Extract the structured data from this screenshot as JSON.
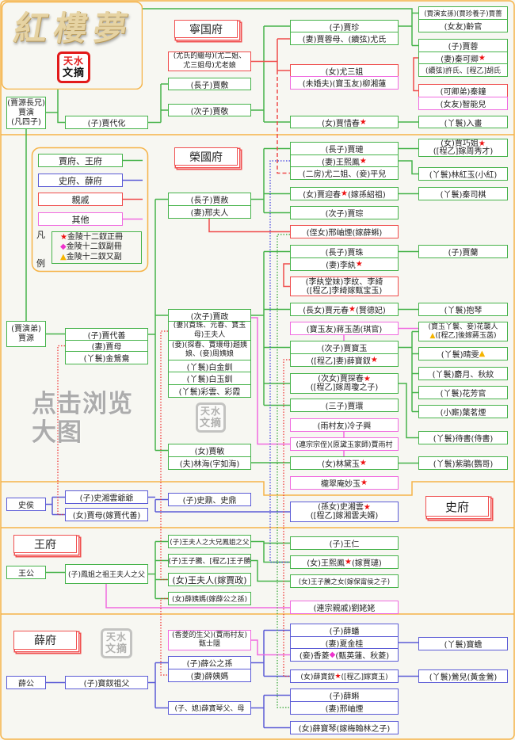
{
  "title": {
    "calligraphy": "紅樓夢",
    "seal_top": "天水",
    "seal_bottom": "文摘"
  },
  "watermark": {
    "text": "点击浏览大图",
    "seal_top": "天水",
    "seal_bottom": "文摘"
  },
  "colors": {
    "jia_wang": "#46b34a",
    "shi_xue": "#5b5bd6",
    "relatives": "#ef4b4b",
    "others": "#f06ae0",
    "frame": "#f6b347",
    "star": "#ee1111",
    "diamond": "#ee33cc",
    "triangle": "#f5b400"
  },
  "legend": {
    "items": [
      {
        "label": "賈府、王府"
      },
      {
        "label": "史府、薛府"
      },
      {
        "label": "親戚"
      },
      {
        "label": "其他"
      }
    ],
    "title_top": "凡",
    "title_bottom": "例",
    "marks": [
      {
        "symbol": "★",
        "label": "金陵十二釵正冊"
      },
      {
        "symbol": "◆",
        "label": "金陵十二釵副冊"
      },
      {
        "symbol": "▲",
        "label": "金陵十二釵又副"
      }
    ]
  },
  "ningguo": {
    "label": "寧国府",
    "jia_yan": [
      "(賈源長兄)",
      "賈演",
      "(凡四子)"
    ],
    "jia_daihua": "(子)賈代化",
    "you_laoniang": "(尤氏的繼母)(尤二姐、尤三姐母)尤老娘",
    "jia_fu": "(長子)賈敷",
    "jia_jing": "(次子)賈敬",
    "jia_zhen": [
      "(子)賈珍",
      "(妻)賈蓉母、(續弦)尤氏"
    ],
    "you_sanjie": [
      "(女)尤三姐",
      "(未婚夫)(寶玉友)柳湘蓮"
    ],
    "jia_xichun": {
      "t": "(女)賈惜春",
      "m": "★"
    },
    "jia_qiang": [
      "(賈演玄孫)(賈珍養子)賈薔",
      "(女友)齡官"
    ],
    "jia_rong": [
      "(子)賈蓉",
      {
        "t": "(妻)秦可卿",
        "m": "★"
      },
      "(續弦)許氏、[程乙]胡氏"
    ],
    "qin_zhong": [
      "(可卿弟)秦鐘",
      "(女友)智能兒"
    ],
    "ruhua": "(丫鬟)入畫"
  },
  "rongguo": {
    "label": "榮國府",
    "jia_yuan": [
      "(賈演弟)",
      "賈源"
    ],
    "jia_daishan": [
      "(子)賈代善",
      "(妻)賈母",
      "(丫鬟)金鴛鴦"
    ],
    "jia_she": [
      "(長子)賈赦",
      "(妻)邢夫人"
    ],
    "jia_zheng": [
      "(次子)賈政",
      "(妻)(賈珠、元春、寶玉母)王夫人",
      "(妾)(探春、賈環母)趙姨娘、(妾)周姨娘",
      "(丫鬟)白金釧",
      "(丫鬟)白玉釧",
      "(丫鬟)彩雲、彩霞"
    ],
    "jia_min": [
      "(女)賈敏",
      "(夫)林海(字如海)"
    ],
    "jia_lian": [
      "(長子)賈璉",
      {
        "t": "(妻)王熙鳳",
        "m": "★"
      },
      "(二房)尤二姐、(妾)平兒"
    ],
    "jia_yingchun": {
      "t": "(女)賈迎春",
      "m": "★",
      "a": "(嫁孫紹祖)"
    },
    "jia_cong": "(次子)賈琮",
    "xing_xiuyan": "(侄女)邢岫煙(嫁薛蝌)",
    "jia_qiaojie": [
      {
        "t": "(女)賈巧姐",
        "m": "★"
      },
      "([程乙]嫁周秀才)"
    ],
    "lin_hongyu": "(丫鬟)林紅玉(小紅)",
    "qin_siqi": "(丫鬟)秦司棋",
    "jia_zhu": [
      "(長子)賈珠",
      {
        "t": "(妻)李紈",
        "m": "★"
      }
    ],
    "li_wen": [
      "(李紈堂妹)李紋、李綺",
      "([程乙]李綺嫁甄宝玉)"
    ],
    "jia_yuanchun": {
      "t": "(長女)賈元春",
      "m": "★",
      "a": "(賢德妃)"
    },
    "jiang_yuhan": "(寶玉友)蔣玉菡(琪官)",
    "jia_baoyu": [
      "(次子)賈寶玉",
      {
        "t": "([程乙]妻)薛寶釵",
        "m": "★"
      }
    ],
    "jia_tanchun": [
      {
        "t": "(次女)賈探春",
        "m": "★"
      },
      "([程乙]嫁周瓊之子)"
    ],
    "jia_huan": "(三子)賈環",
    "leng_zixing": "(雨村友)冷子興",
    "jia_yucun": "(連宗宗侄)(原黛玉家師)賈雨村",
    "lin_daiyu": {
      "t": "(女)林黛玉",
      "m": "★"
    },
    "miaoyu": {
      "t": "櫳翠庵妙玉",
      "m": "★"
    },
    "jia_lan": "(子)賈蘭",
    "baoqin_maid": "(丫鬟)抱琴",
    "hua_xiren": [
      "(寶玉丫鬟、妾)花襲人",
      {
        "m": "▲",
        "a": "([程乙]後嫁蔣玉菡)"
      }
    ],
    "qingwen": {
      "t": "(丫鬟)晴雯",
      "m": "▲"
    },
    "sheyue": "(丫鬟)麝月、秋紋",
    "fangguan": "(丫鬟)花芳官",
    "mingyan": "(小廝)葉茗煙",
    "daishu": "(丫鬟)待書(侍書)",
    "zijuan": "(丫鬟)紫鵑(鸚哥)"
  },
  "shi": {
    "label": "史府",
    "shi_hou": "史侯",
    "shi_grandfather": "(子)史湘雲爺爺",
    "jia_mu": "(女)賈母(嫁賈代善)",
    "shi_nai": "(子)史鼐、史鼎",
    "shi_xiangyun": [
      {
        "t": "(孫女)史湘雲",
        "m": "★"
      },
      "([程乙]嫁湘雲夫婿)"
    ]
  },
  "wang": {
    "label": "王府",
    "wang_gong": "王公",
    "wang_grandfather": "(子)鳳姐之祖王夫人之父",
    "wang_elder_brother": "(子)王夫人之大兄鳳姐之父",
    "wang_ziteng": "(子)王子騰、[程乙]王子勝",
    "wang_furen": "(女)王夫人(嫁賈政)",
    "xue_yima": "(女)薛姨媽(嫁薛公之孫)",
    "wang_ren": "(子)王仁",
    "wang_xifeng": {
      "t": "(女)王熙鳳",
      "m": "★",
      "a": "(嫁賈璉)"
    },
    "ziteng_daughter": "(女)王子騰之女(嫁保甯侯之子)",
    "liu_laolao": "(連宗親戚)劉姥姥"
  },
  "xue": {
    "label": "薛府",
    "xue_gong": "薛公",
    "baochai_grandfather": "(子)寶釵祖父",
    "zhen_shiyin": [
      "(香菱的生父)(賈雨村友)",
      "甄士隱"
    ],
    "xue_grandson": [
      "(子)薛公之孫",
      "(妻)薛姨媽"
    ],
    "baoqin_parents": "(子、媳)薛寶琴父、母",
    "xue_pan": [
      "(子)薛蟠",
      "(妻)夏金桂",
      {
        "t": "(妾)香菱",
        "m": "◆",
        "a": "(甄英蓮、秋菱)"
      }
    ],
    "xue_baochai": {
      "t": "(女)薛寶釵",
      "m": "★",
      "a": "([程乙]嫁寶玉)"
    },
    "xue_ke": [
      "(子)薛蝌",
      "(妻)邢岫煙"
    ],
    "xue_baoqin": "(女)薛寶琴(嫁梅翰林之子)",
    "baochan": "(丫鬟)寶蟾",
    "ying_er": "(丫鬟)鶯兒(黃金鶯)"
  }
}
